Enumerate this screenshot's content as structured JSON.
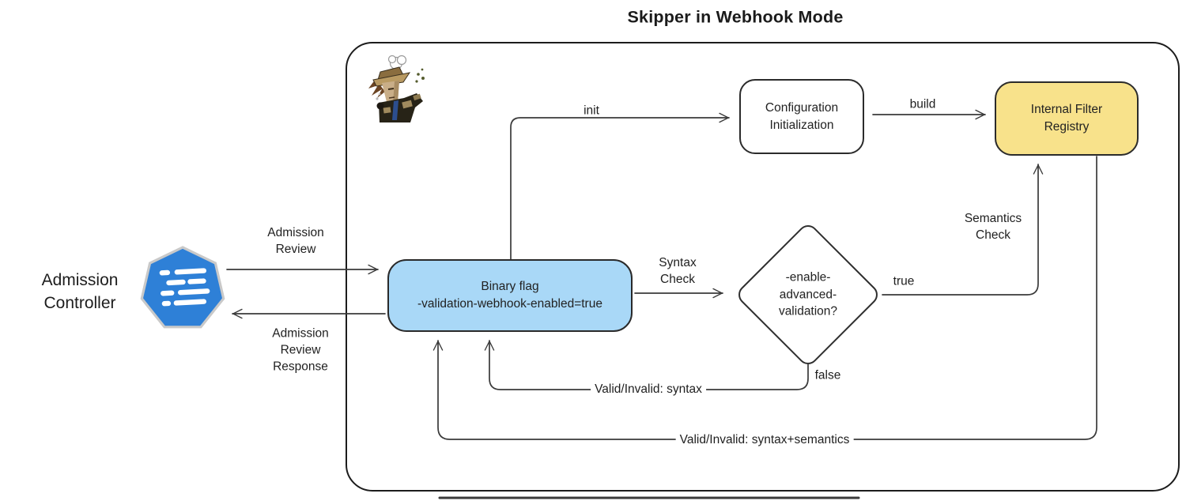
{
  "title": "Skipper in Webhook Mode",
  "colors": {
    "binary_flag_fill": "#A9D8F7",
    "registry_fill": "#F8E28B",
    "config_fill": "#FFFFFF",
    "heptagon_fill": "#2E80D7",
    "line_stroke": "#3a3a3a",
    "text": "#1F1F1F"
  },
  "actors": {
    "admission_controller": {
      "label": "Admission\nController",
      "icon": "kubernetes-heptagon-list-icon"
    }
  },
  "webhook_container": {
    "mascot_icon": "skipper-sailor-mascot",
    "nodes": {
      "binary_flag": "Binary flag\n-validation-webhook-enabled=true",
      "config_init": "Configuration\nInitialization",
      "filter_registry": "Internal Filter\nRegistry",
      "decision": "-enable-\nadvanced-\nvalidation?"
    }
  },
  "edges": {
    "admission_review": "Admission\nReview",
    "admission_review_response": "Admission\nReview\nResponse",
    "init": "init",
    "build": "build",
    "syntax_check": "Syntax\nCheck",
    "semantics_check": "Semantics\nCheck",
    "true_label": "true",
    "false_label": "false",
    "valid_invalid_syntax": "Valid/Invalid: syntax",
    "valid_invalid_syntax_semantics": "Valid/Invalid: syntax+semantics"
  }
}
